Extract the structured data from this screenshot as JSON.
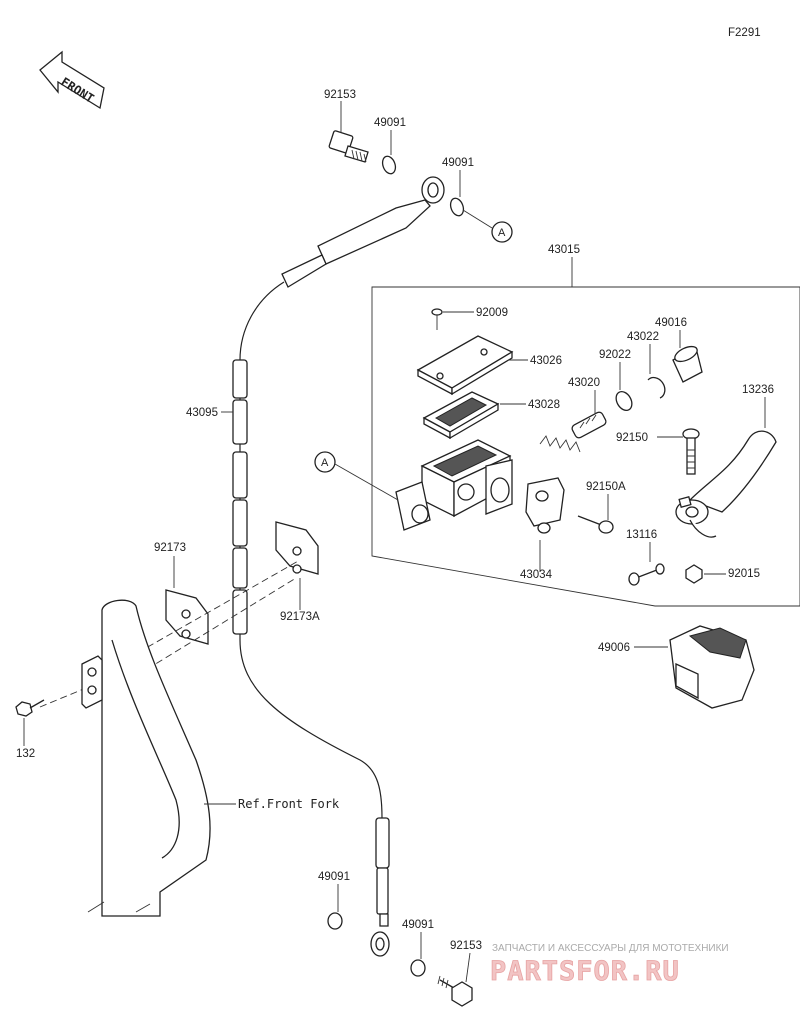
{
  "figure_code": "F2291",
  "front_label": "FRONT",
  "reference_label": "Ref.Front Fork",
  "callout_a": "A",
  "watermark": {
    "subtitle": "ЗАПЧАСТИ И АКСЕССУАРЫ ДЛЯ МОТОТЕХНИКИ",
    "brand": "PARTSFOR.RU"
  },
  "parts": {
    "p92153_top": "92153",
    "p49091_a": "49091",
    "p49091_b": "49091",
    "p43015": "43015",
    "p92009": "92009",
    "p43026": "43026",
    "p43028": "43028",
    "p43020": "43020",
    "p92022": "92022",
    "p43022": "43022",
    "p49016": "49016",
    "p13236": "13236",
    "p92150": "92150",
    "p92150a": "92150A",
    "p13116": "13116",
    "p92015": "92015",
    "p43034": "43034",
    "p43095": "43095",
    "p92173": "92173",
    "p92173a": "92173A",
    "p132": "132",
    "p49006": "49006",
    "p49091_c": "49091",
    "p49091_d": "49091",
    "p92153_bottom": "92153"
  }
}
